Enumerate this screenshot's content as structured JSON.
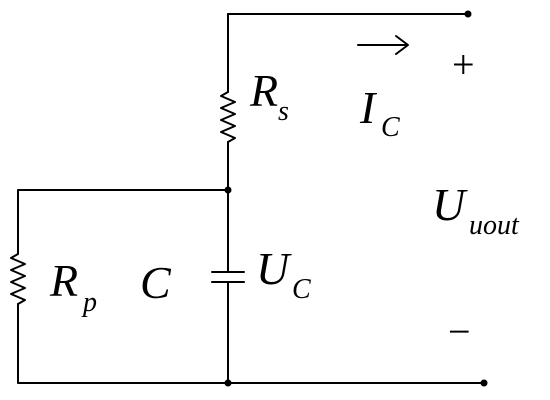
{
  "labels": {
    "rs_main": "R",
    "rs_sub": "s",
    "ic_main": "I",
    "ic_sub": "C",
    "uout_main": "U",
    "uout_sub": "uout",
    "rp_main": "R",
    "rp_sub": "p",
    "c_label": "C",
    "uc_main": "U",
    "uc_sub": "C",
    "plus": "+",
    "minus": "−"
  },
  "colors": {
    "ink": "#000000",
    "background": "#ffffff"
  },
  "components": [
    {
      "name": "Rs",
      "type": "resistor"
    },
    {
      "name": "Rp",
      "type": "resistor"
    },
    {
      "name": "C",
      "type": "capacitor"
    }
  ]
}
